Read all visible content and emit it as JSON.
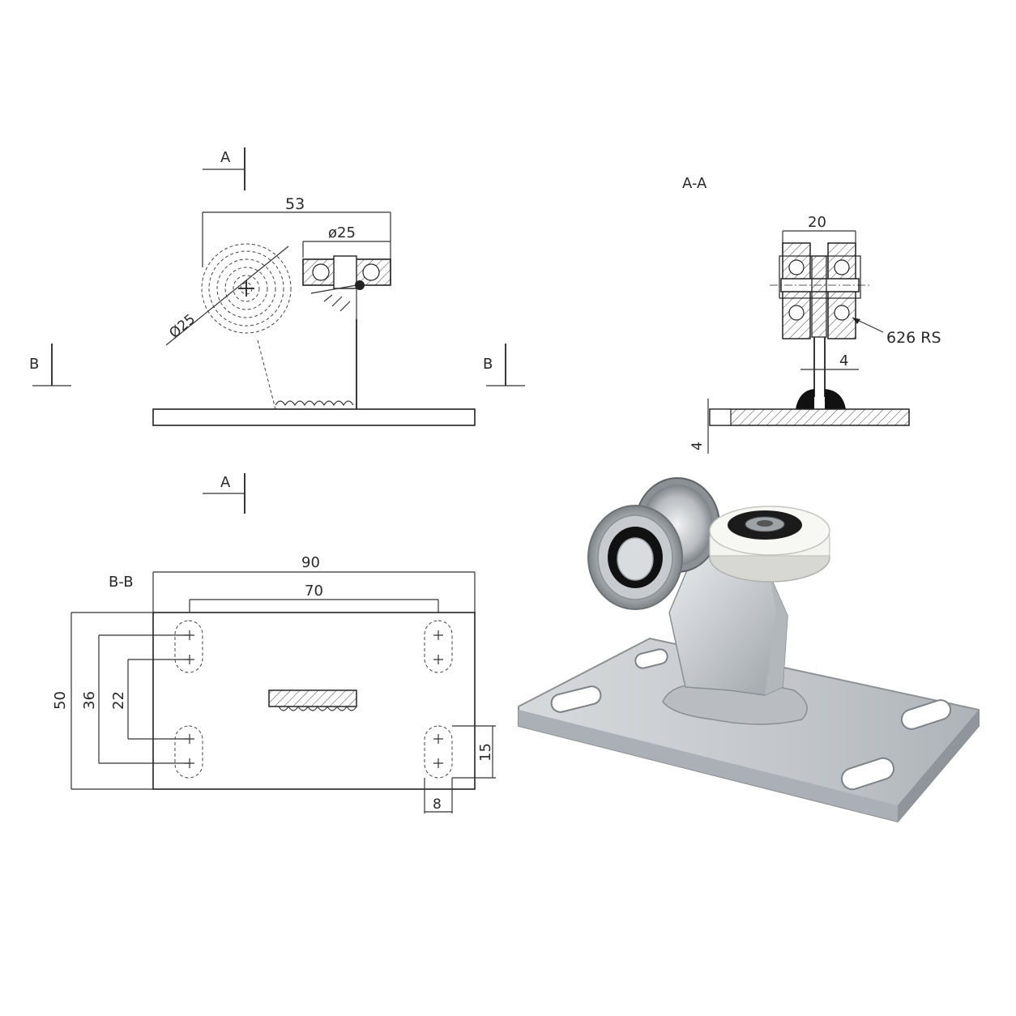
{
  "section_labels": {
    "a_top": "A",
    "a_bottom": "A",
    "b_left": "B",
    "b_right": "B",
    "section_aa": "A-A",
    "section_bb": "B-B"
  },
  "dimensions": {
    "overall_length_top": "53",
    "wheel_diameter_top": "ø25",
    "wheel_diameter_side": "Ø25",
    "aa_width": "20",
    "aa_stem": "4",
    "aa_plate": "4",
    "bearing_label": "626 RS",
    "plate_length": "90",
    "hole_spacing": "70",
    "plate_width": "50",
    "outer_slot_span": "36",
    "inner_slot_span": "22",
    "slot_length": "15",
    "slot_width": "8"
  },
  "colors": {
    "line": "#222222",
    "background": "#ffffff",
    "steel": "#c9ccd0",
    "white_roller": "#f3f3ef"
  },
  "icons": {
    "photo": "cantilever-gate-roller-photo"
  }
}
